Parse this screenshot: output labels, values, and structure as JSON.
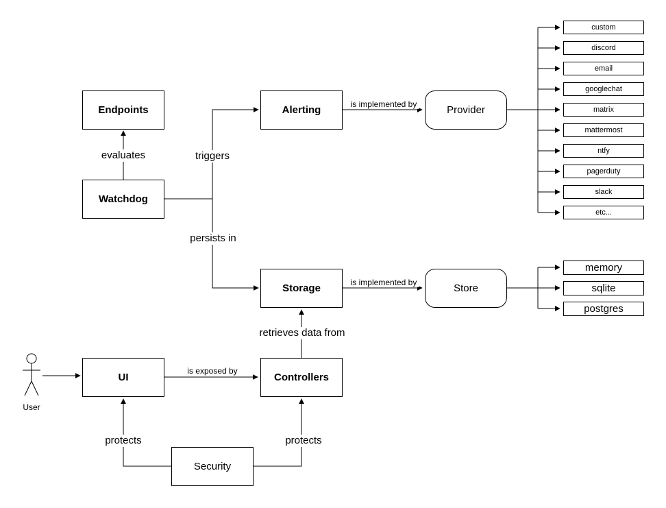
{
  "diagram": {
    "nodes": {
      "endpoints": {
        "label": "Endpoints"
      },
      "watchdog": {
        "label": "Watchdog"
      },
      "alerting": {
        "label": "Alerting"
      },
      "provider": {
        "label": "Provider"
      },
      "storage": {
        "label": "Storage"
      },
      "store": {
        "label": "Store"
      },
      "ui": {
        "label": "UI"
      },
      "controllers": {
        "label": "Controllers"
      },
      "security": {
        "label": "Security"
      },
      "user": {
        "label": "User"
      }
    },
    "providers": [
      "custom",
      "discord",
      "email",
      "googlechat",
      "matrix",
      "mattermost",
      "ntfy",
      "pagerduty",
      "slack",
      "etc..."
    ],
    "stores": [
      "memory",
      "sqlite",
      "postgres"
    ],
    "labels": {
      "evaluates": "evaluates",
      "triggers": "triggers",
      "persists_in": "persists in",
      "alerting_impl": "is implemented by",
      "storage_impl": "is implemented by",
      "retrieves": "retrieves data from",
      "exposed": "is exposed by",
      "protects_ui": "protects",
      "protects_controllers": "protects"
    },
    "colors": {
      "stroke": "#000000",
      "background": "#ffffff"
    }
  }
}
